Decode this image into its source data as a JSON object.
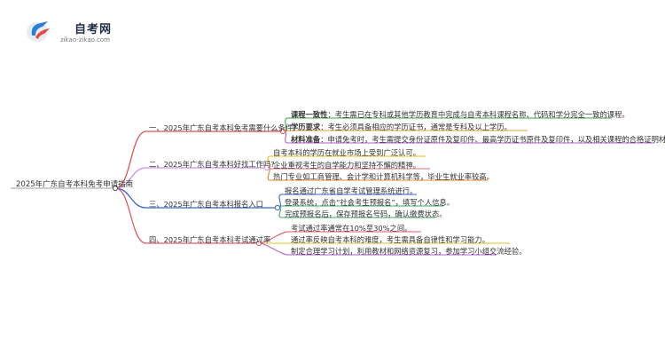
{
  "brand": {
    "name": "自考网",
    "url": "zikao-zikao.com",
    "colors": {
      "mark_blue": "#2a7fd6",
      "mark_red": "#e24a3b"
    }
  },
  "mindmap": {
    "root": "2025年广东自考本科免考申请指南",
    "branch_colors": [
      "#d9534f",
      "#c98fe0",
      "#3a64c8",
      "#e05a6a"
    ],
    "leaf_colors": [
      [
        "#3aa84a",
        "#e6a23c",
        "#b55ad6"
      ],
      [
        "#e6c020",
        "#e06a80",
        "#e08a30"
      ],
      [
        "#3a64c8",
        "#3aaa6a",
        "#3aaa6a"
      ],
      [
        "#e05a6a",
        "#e6c020",
        "#b55ad6"
      ]
    ],
    "branches": [
      {
        "label": "一、2025年广东自考本科免考需要什么条件?",
        "items": [
          {
            "key": "课程一致性",
            "text": "：考生需已在专科或其他学历教育中完成与自考本科课程名称、代码和学分完全一致的课程。"
          },
          {
            "key": "学历要求",
            "text": "：考生必须具备相应的学历证书，通常是专科及以上学历。"
          },
          {
            "key": "材料准备",
            "text": "：申请免考时，考生需提交身份证原件及复印件、最高学历证书原件及复印件，以及相关课程的合格证明材料。"
          }
        ]
      },
      {
        "label": "二、2025年广东自考本科好找工作吗?",
        "items": [
          {
            "text": "自考本科的学历在就业市场上受到广泛认可。"
          },
          {
            "text": "企业重视考生的自学能力和坚持不懈的精神。"
          },
          {
            "text": "热门专业如工商管理、会计学和计算机科学等，毕业生就业率较高。"
          }
        ]
      },
      {
        "label": "三、2025年广东自考本科报名入口",
        "items": [
          {
            "text": "报名通过广东省自学考试管理系统进行。"
          },
          {
            "text": "登录系统，点击“社会考生预报名”，填写个人信息。"
          },
          {
            "text": "完成预报名后，保存预报名号码，确认缴费状态。"
          }
        ]
      },
      {
        "label": "四、2025年广东自考本科考试通过率",
        "items": [
          {
            "text": "考试通过率通常在10%至30%之间。"
          },
          {
            "text": "通过率反映自考本科的难度，考生需具备自律性和学习能力。"
          },
          {
            "text": "制定合理学习计划，利用教材和网络资源复习，参加学习小组交流经验。"
          }
        ]
      }
    ]
  }
}
